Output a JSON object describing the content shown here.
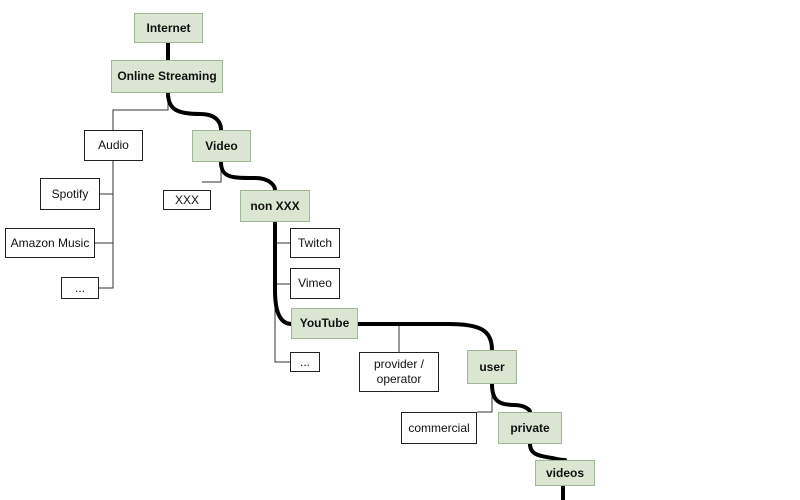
{
  "nodes": {
    "internet": "Internet",
    "online_streaming": "Online Streaming",
    "audio": "Audio",
    "video": "Video",
    "spotify": "Spotify",
    "amazon_music": "Amazon Music",
    "audio_more": "...",
    "xxx": "XXX",
    "non_xxx": "non XXX",
    "twitch": "Twitch",
    "vimeo": "Vimeo",
    "youtube": "YouTube",
    "video_more": "...",
    "provider_operator": "provider / operator",
    "user": "user",
    "commercial": "commercial",
    "private": "private",
    "videos": "videos"
  },
  "colors": {
    "highlight_fill": "#dae6d2",
    "highlight_border": "#9fb796",
    "thick_path": "#000000",
    "thin_line": "#333333"
  }
}
